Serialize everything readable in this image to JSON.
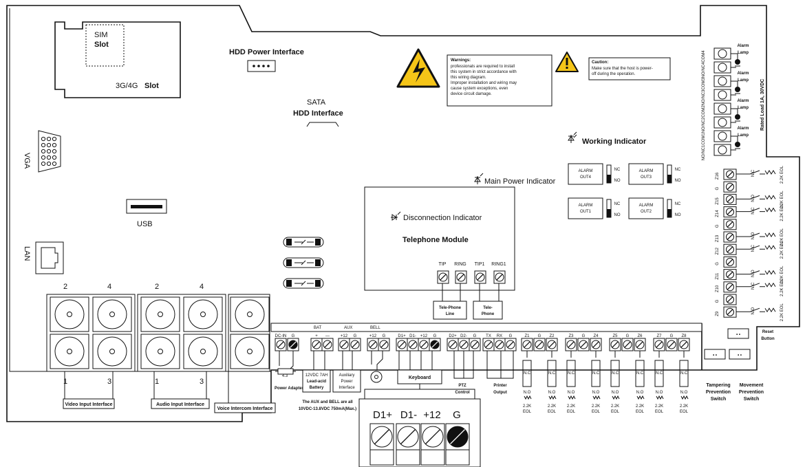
{
  "colors": {
    "outline": "#111111",
    "warning": "#f5c518",
    "background": "#ffffff"
  },
  "board": {
    "sim_slot_line1": "SIM",
    "sim_slot_line2": "Slot",
    "slot_3g4g_prefix": "3G/4G",
    "slot_3g4g_suffix": "Slot",
    "hdd_power": "HDD Power Interface",
    "sata": "SATA",
    "hdd_interface": "HDD Interface",
    "vga": "VGA",
    "usb": "USB",
    "lan": "LAN"
  },
  "warnings": {
    "title": "Warnings:",
    "lines": [
      "professionals are required to install",
      "this system in strict accordance with",
      "this wiring diagram.",
      "Improper installation and wiring may",
      "cause system exceptions, even",
      "device circuit damage."
    ],
    "icon": "high-voltage-icon"
  },
  "caution": {
    "title": "Caution:",
    "lines": [
      "Make sure that the host is power-",
      "off during the operation."
    ],
    "icon": "exclamation-triangle-icon"
  },
  "indicators": {
    "working": "Working Indicator",
    "main_power": "Main Power Indicator",
    "disconnection": "Disconnection Indicator"
  },
  "telephone": {
    "module": "Telephone Module",
    "terminals": [
      "TIP",
      "RING",
      "TIP1",
      "RING1"
    ],
    "line_line1": "Tele-Phone",
    "line_line2": "Line",
    "phone_line1": "Tele-",
    "phone_line2": "Phone"
  },
  "relays": {
    "rated_load": "Rated Load 1A, 30VDC",
    "nc": "NC",
    "no": "NO",
    "outputs": [
      {
        "line1": "ALARM",
        "line2": "OUT4"
      },
      {
        "line1": "ALARM",
        "line2": "OUT3"
      },
      {
        "line1": "ALARM",
        "line2": "OUT1"
      },
      {
        "line1": "ALARM",
        "line2": "OUT2"
      }
    ],
    "com_labels": [
      "COM4",
      "NO/NC4",
      "COM3",
      "NO/NC3",
      "COM2",
      "NO/NC2",
      "COM1",
      "NO/NC1"
    ],
    "alarm_lamp_line1": "Alarm",
    "alarm_lamp_line2": "Lamp"
  },
  "zones_right": {
    "labels": [
      "Z16",
      "G",
      "Z15",
      "Z14",
      "G",
      "Z13",
      "Z12",
      "G",
      "Z11",
      "Z10",
      "G",
      "Z9"
    ],
    "nc": "N.C",
    "no": "N.O",
    "eol": "2.2K EOL"
  },
  "ports": {
    "top_numbers_video": [
      "2",
      "4"
    ],
    "top_numbers_audio": [
      "2",
      "4"
    ],
    "bottom_numbers_video": [
      "1",
      "3"
    ],
    "bottom_numbers_audio": [
      "1",
      "3"
    ],
    "video_input": "Video Input Interface",
    "audio_input": "Audio Input Interface",
    "voice_intercom": "Voice Intercom Interface"
  },
  "bottom_terminals": {
    "labels": [
      "DC-IN",
      "G",
      "+",
      "—",
      "+12",
      "G",
      "+12",
      "G",
      "D1+",
      "D1-",
      "+12",
      "G",
      "D2+",
      "D2-",
      "G",
      "TX",
      "RX",
      "G",
      "Z1",
      "G",
      "Z2",
      "Z3",
      "G",
      "Z4",
      "Z5",
      "G",
      "Z6",
      "Z7",
      "G",
      "Z8"
    ],
    "bat": "BAT",
    "aux": "AUX",
    "bell": "BELL",
    "power_adapter_line1": "4.3",
    "power_adapter_line2": "Power Adapter",
    "battery_line1": "12VDC  7AH",
    "battery_line2": "Lead-acid",
    "battery_line3": "Battery",
    "aux_power_line1": "Auxiliary",
    "aux_power_line2": "Power",
    "aux_power_line3": "Interface",
    "aux_note_line1": "The AUX and BELL are all",
    "aux_note_line2": "10VDC-13.8VDC 750mA(Max.)",
    "keyboard": "Keyboard",
    "ptz_line1": "PTZ",
    "ptz_line2": "Control",
    "printer_line1": "Printer",
    "printer_line2": "Output",
    "zone_nc": "N.C",
    "zone_no": "N.O",
    "eol_line1": "2.2K",
    "eol_line2": "EOL"
  },
  "buttons": {
    "reset_line1": "Reset",
    "reset_line2": "Button",
    "tamper_line1": "Tampering",
    "tamper_line2": "Prevention",
    "tamper_line3": "Switch",
    "movement_line1": "Movement",
    "movement_line2": "Prevention",
    "movement_line3": "Switch"
  },
  "keyboard_zoom": {
    "labels": [
      "D1+",
      "D1-",
      "+12",
      "G"
    ]
  }
}
